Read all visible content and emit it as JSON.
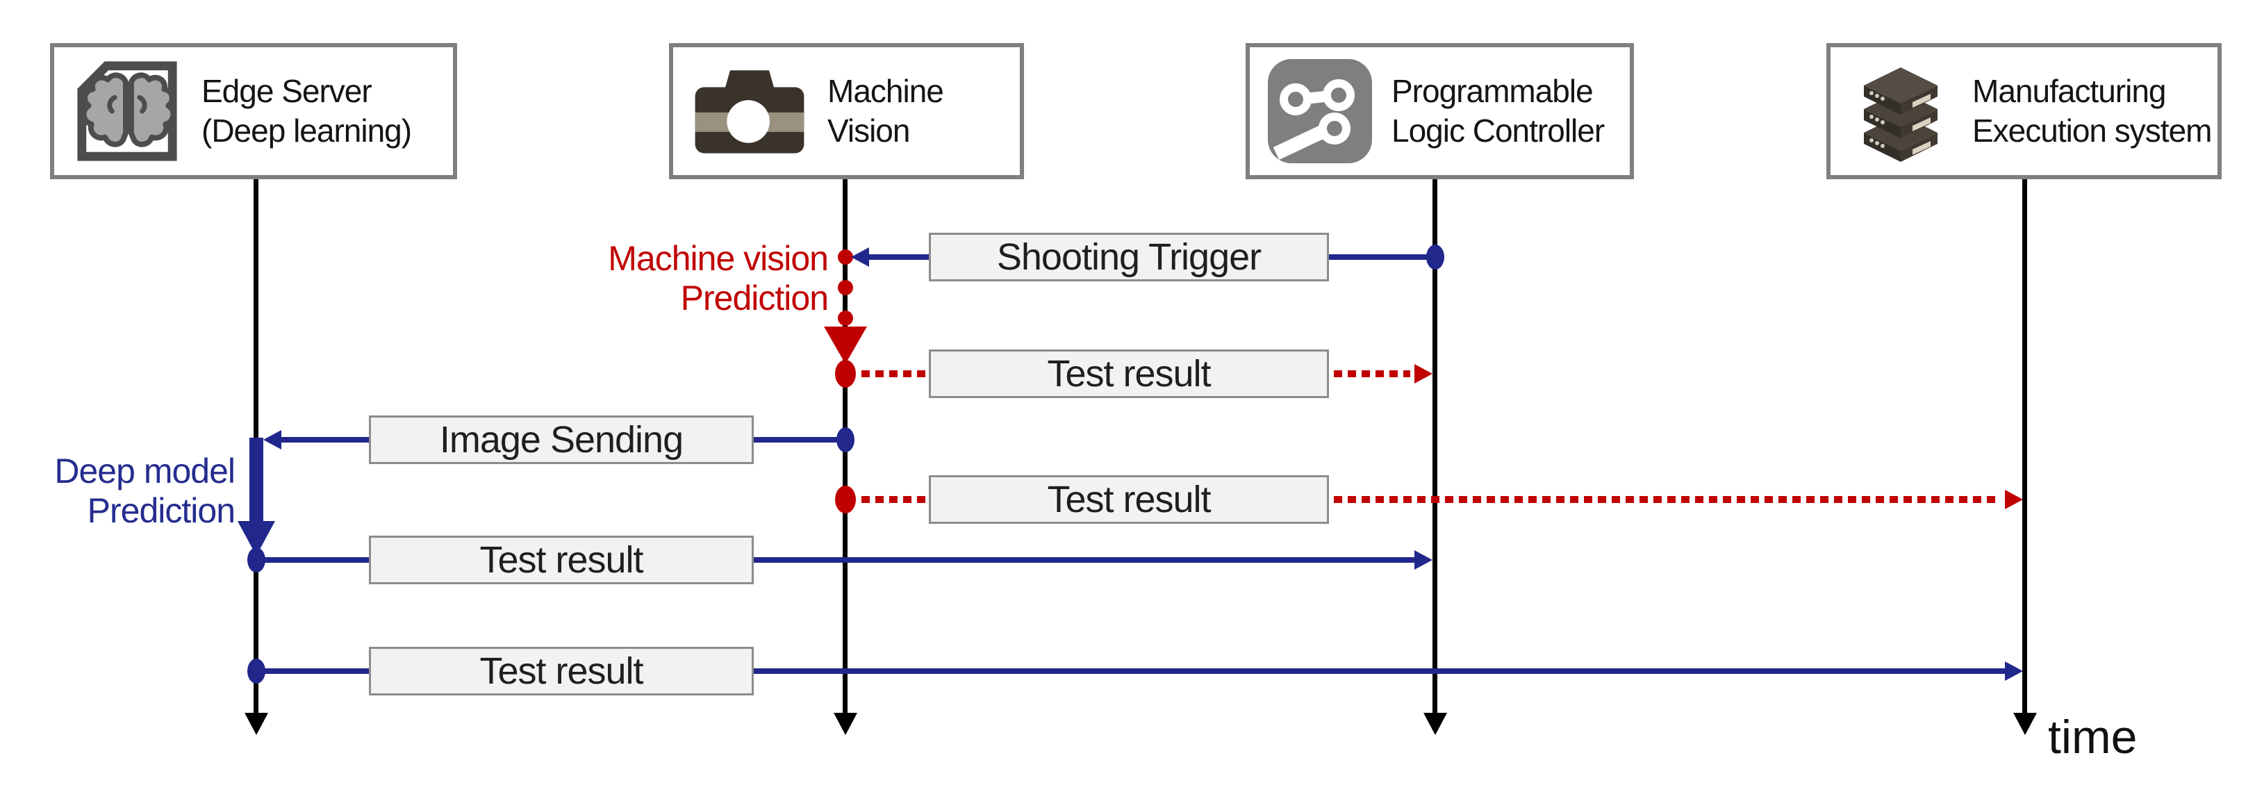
{
  "actors": [
    {
      "id": "edge-server",
      "line1": "Edge Server",
      "line2": "(Deep learning)",
      "icon": "brain-chip-icon"
    },
    {
      "id": "machine-vision",
      "line1": "Machine",
      "line2": "Vision",
      "icon": "camera-icon"
    },
    {
      "id": "plc",
      "line1": "Programmable",
      "line2": "Logic Controller",
      "icon": "circuit-board-icon"
    },
    {
      "id": "mes",
      "line1": "Manufacturing",
      "line2": "Execution system",
      "icon": "server-stack-icon"
    }
  ],
  "messages": [
    {
      "label": "Shooting Trigger",
      "from": "plc",
      "to": "machine-vision",
      "line_style": "solid",
      "color": "blue"
    },
    {
      "label": "Test result",
      "from": "machine-vision",
      "to": "plc",
      "line_style": "dotted",
      "color": "red"
    },
    {
      "label": "Image Sending",
      "from": "machine-vision",
      "to": "edge-server",
      "line_style": "solid",
      "color": "blue"
    },
    {
      "label": "Test result",
      "from": "machine-vision",
      "to": "mes",
      "line_style": "dotted",
      "color": "red"
    },
    {
      "label": "Test result",
      "from": "edge-server",
      "to": "plc",
      "line_style": "solid",
      "color": "blue"
    },
    {
      "label": "Test result",
      "from": "edge-server",
      "to": "mes",
      "line_style": "solid",
      "color": "blue"
    }
  ],
  "annotations": [
    {
      "id": "machine-vision-prediction",
      "line1": "Machine vision",
      "line2": "Prediction",
      "color": "#C00000"
    },
    {
      "id": "deep-model-prediction",
      "line1": "Deep model",
      "line2": "Prediction",
      "color": "#252C8F"
    }
  ],
  "time_label": "time",
  "colors": {
    "message_blue": "#21278B",
    "message_red": "#C00000",
    "lifeline": "#000000",
    "label_box_fill": "#F2F2F2",
    "label_box_border": "#8C8C8C",
    "actor_box_border": "#7F7F7F",
    "background": "#FFFFFF"
  }
}
